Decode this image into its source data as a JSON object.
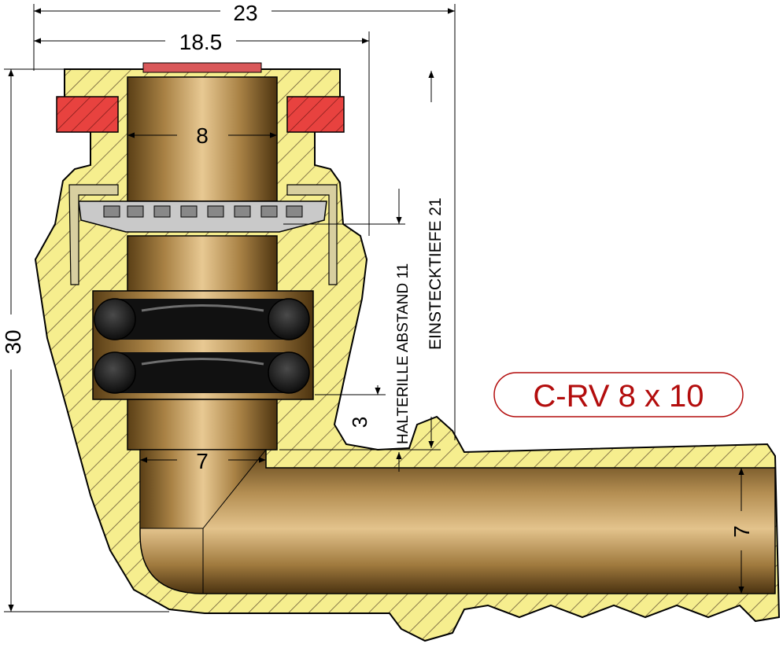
{
  "dimensions": {
    "overall_width": "23",
    "inner_width": "18.5",
    "bore_top": "8",
    "height": "30",
    "bore_bottom": "7",
    "outlet_bore": "7",
    "groove_offset": "3",
    "halterille": "HALTERILLE ABSTAND 11",
    "einstecktiefe": "EINSTECKTIEFE 21"
  },
  "title": "C-RV 8 x 10",
  "colors": {
    "body_fill": "#f6ee8e",
    "hatch": "#6b5a3a",
    "red_part": "#e8423f",
    "brass": "#c7a064",
    "oring": "#1a1a1a",
    "title_color": "#b30d0d"
  }
}
